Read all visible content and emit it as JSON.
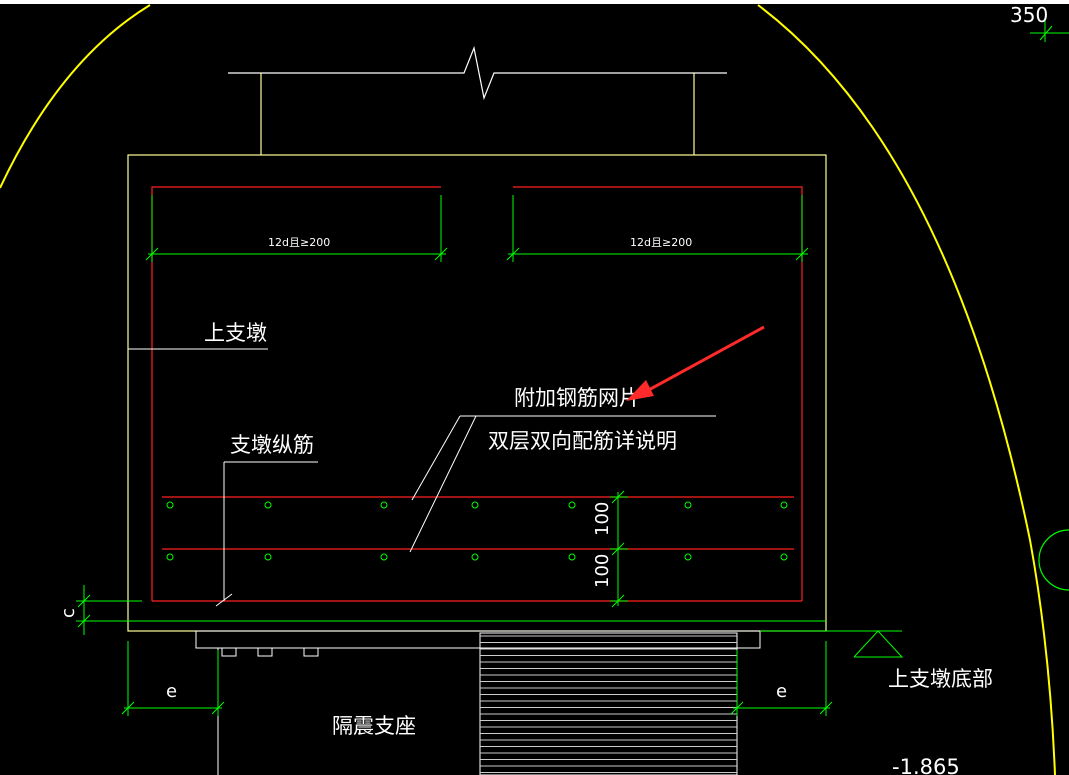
{
  "drawing": {
    "top_right_dim": "350",
    "dim_lap_left": "12d且≥200",
    "dim_lap_right": "12d且≥200",
    "label_upper_pier": "上支墩",
    "label_mesh": "附加钢筋网片",
    "label_mesh_note": "双层双向配筋详说明",
    "label_long_bar": "支墩纵筋",
    "dim_spacing_1": "100",
    "dim_spacing_2": "100",
    "dim_cover": "c",
    "dim_e_left": "e",
    "dim_e_right": "e",
    "label_bearing": "隔震支座",
    "label_pier_bottom": "上支墩底部",
    "elevation": "-1.865"
  },
  "colors": {
    "background": "#000000",
    "outline": "#ffff99",
    "arc": "#ffff00",
    "rebar": "#ff2020",
    "dimension": "#00ff00",
    "text": "#ffffff",
    "arrow": "#ff2a2a",
    "bearing": "#cccccc"
  }
}
